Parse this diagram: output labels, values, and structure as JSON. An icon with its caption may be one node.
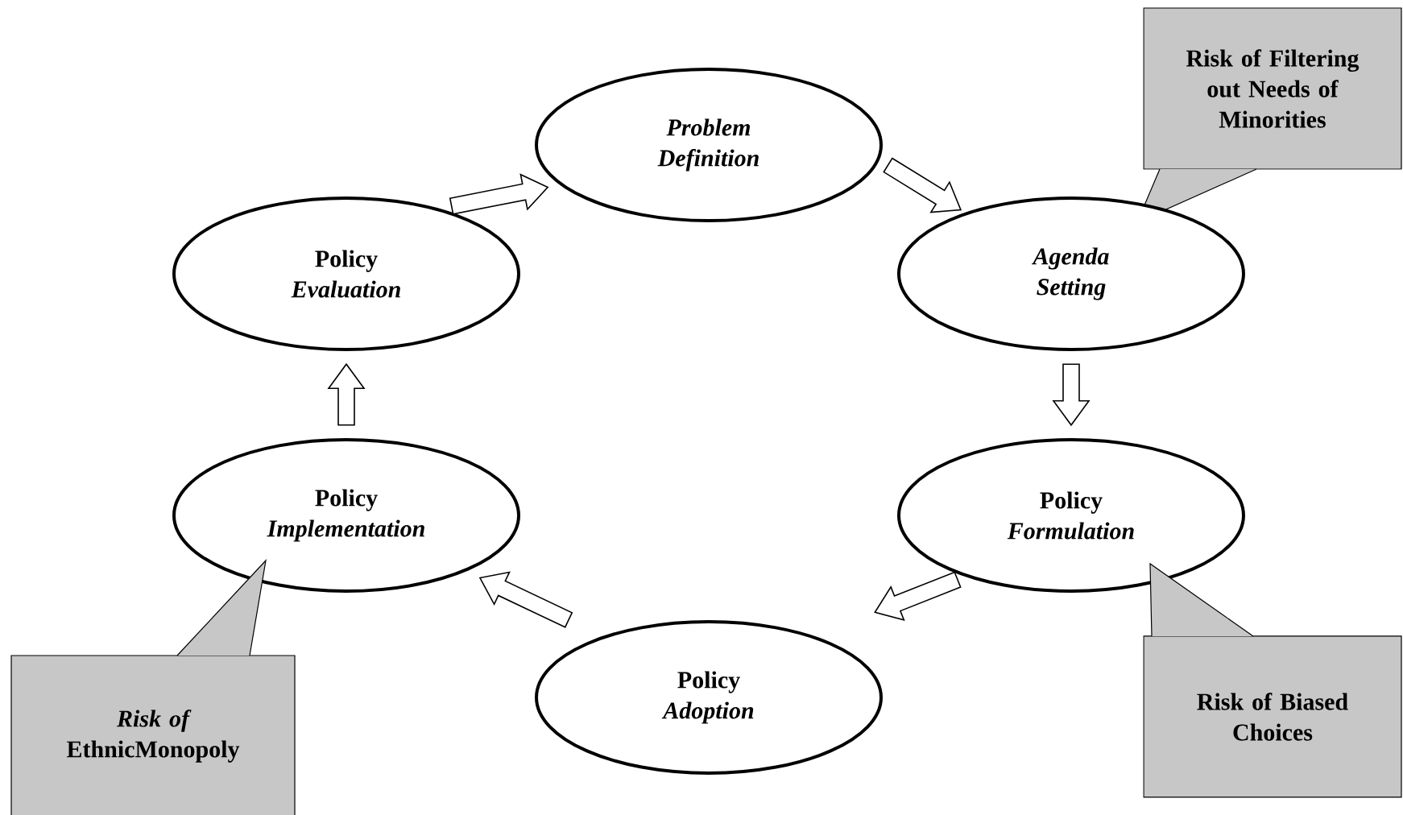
{
  "diagram": {
    "nodes": [
      {
        "text": [
          "Risk of Filtering out Needs of Minorities"
        ]
      },
      {
        "text": [
          "Problem Definition"
        ]
      },
      {
        "text": [
          "Policy *Evaluation*"
        ]
      },
      {
        "text": [
          "Agenda Setting"
        ]
      },
      {
        "text": [
          "Policy *Implementation*"
        ]
      },
      {
        "text": [
          "Policy *Formulation*"
        ]
      },
      {
        "text": [
          "Policy *Adoption*"
        ]
      },
      {
        "text": [
          "*Risk of* EthnicMonopoly"
        ]
      },
      {
        "text": [
          "Risk of Biased Choices"
        ]
      }
    ],
    "edges": [
      {
        "from": 2,
        "to": 1,
        "arrow": "to"
      },
      {
        "from": 1,
        "to": 3,
        "arrow": "to"
      },
      {
        "from": 3,
        "to": 5,
        "arrow": "to"
      },
      {
        "from": 5,
        "to": 6,
        "arrow": "to"
      },
      {
        "from": 6,
        "to": 4,
        "arrow": "to"
      },
      {
        "from": 4,
        "to": 2,
        "arrow": "to"
      }
    ]
  }
}
